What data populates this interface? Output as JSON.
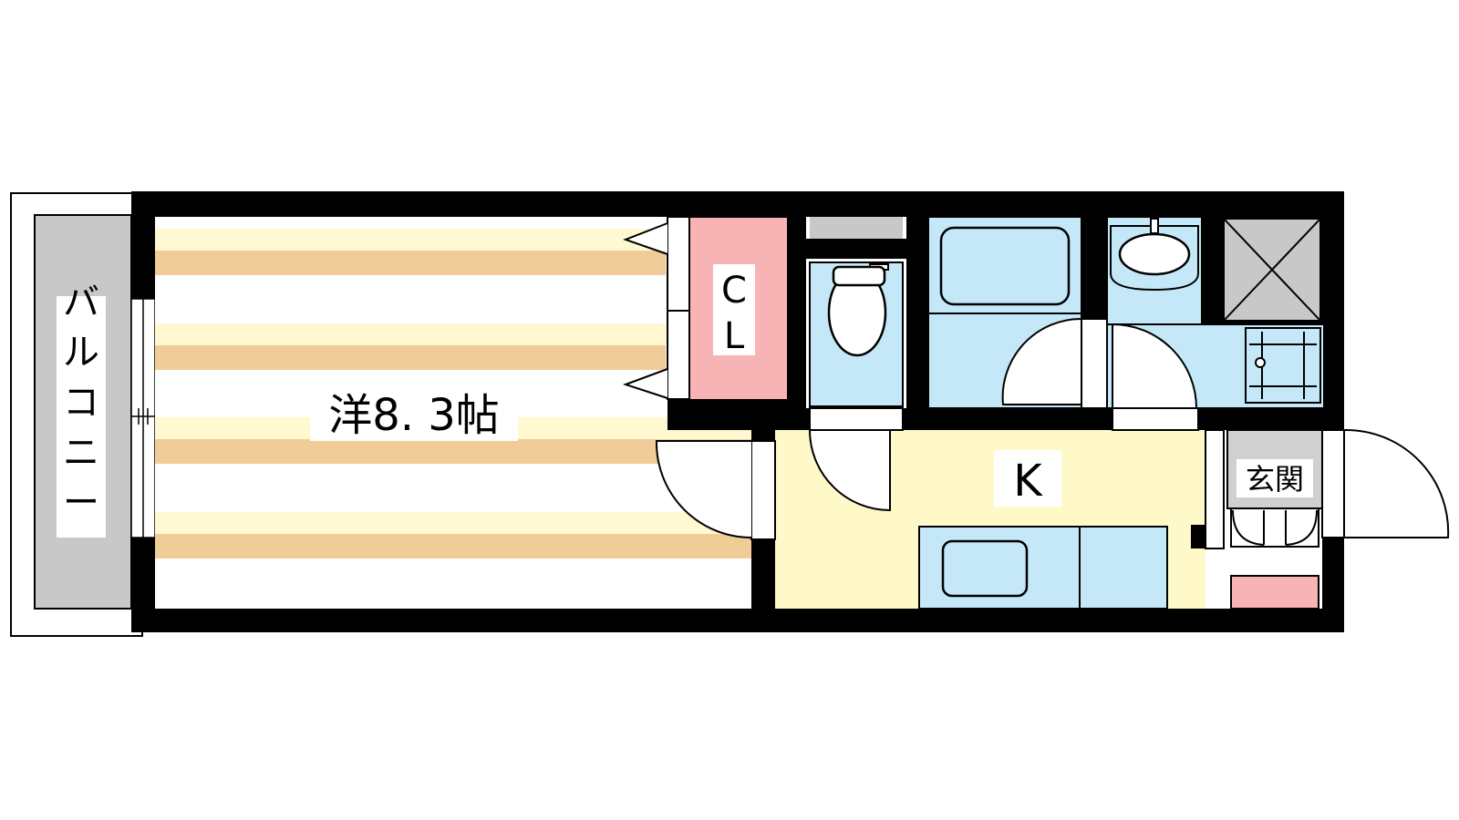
{
  "rooms": {
    "balcony": "バルコニー",
    "western_room": "洋8. 3帖",
    "closet_line1": "C",
    "closet_line2": "L",
    "kitchen": "K",
    "entrance": "玄関"
  },
  "colors": {
    "wall": "#000000",
    "balcony": "#c8c8c8",
    "flooring_light": "#fff8d0",
    "flooring_dark": "#f0cd98",
    "closet": "#f8b4b4",
    "wet_area": "#c4e8f8",
    "kitchen_floor": "#fff8c8",
    "entrance_floor": "#d0d0d0",
    "shoe_box": "#f8b4b4"
  }
}
